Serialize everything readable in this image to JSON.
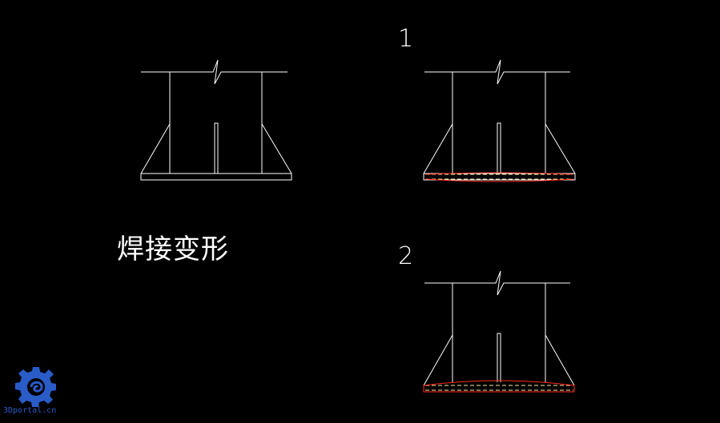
{
  "caption": "焊接变形",
  "labels": {
    "step_1": "1",
    "step_2": "2"
  },
  "watermark": {
    "text": "3Dportal.cn"
  },
  "colors": {
    "background": "#000000",
    "line": "#ffffff",
    "distortion": "#ff2a1a",
    "dashed": "#ffe8a0",
    "logo": "#2a5cc8"
  }
}
